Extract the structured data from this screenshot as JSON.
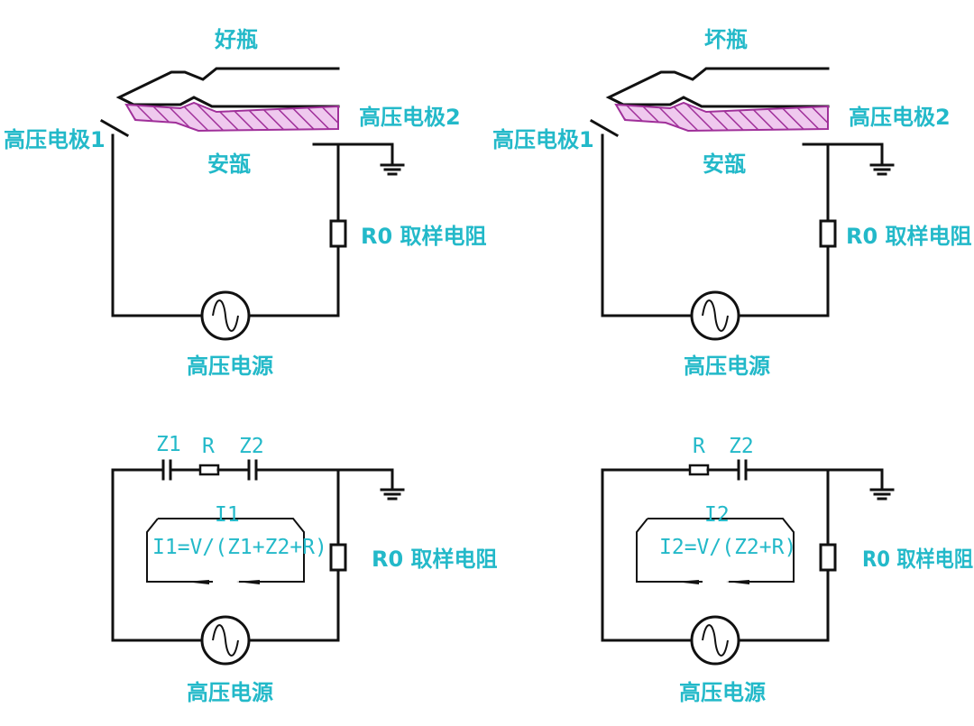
{
  "diagrams": {
    "good_bottle": {
      "title": "好瓶",
      "electrode1": "高压电极1",
      "electrode2": "高压电极2",
      "ampoule": "安瓿",
      "resistor": "R0 取样电阻",
      "source": "高压电源"
    },
    "bad_bottle": {
      "title": "坏瓶",
      "electrode1": "高压电极1",
      "electrode2": "高压电极2",
      "ampoule": "安瓿",
      "resistor": "R0 取样电阻",
      "source": "高压电源"
    },
    "good_equiv": {
      "z1": "Z1",
      "r": "R",
      "z2": "Z2",
      "current": "I1",
      "formula": "I1=V/(Z1+Z2+R)",
      "resistor": "R0 取样电阻",
      "source": "高压电源"
    },
    "bad_equiv": {
      "r": "R",
      "z2": "Z2",
      "current": "I2",
      "formula": "I2=V/(Z2+R)",
      "resistor": "R0 取样电阻",
      "source": "高压电源"
    }
  },
  "colors": {
    "label": "#23b9c9",
    "hatch": "#a0309a",
    "hatch_fill": "#efc9ee",
    "wire": "#111111"
  }
}
